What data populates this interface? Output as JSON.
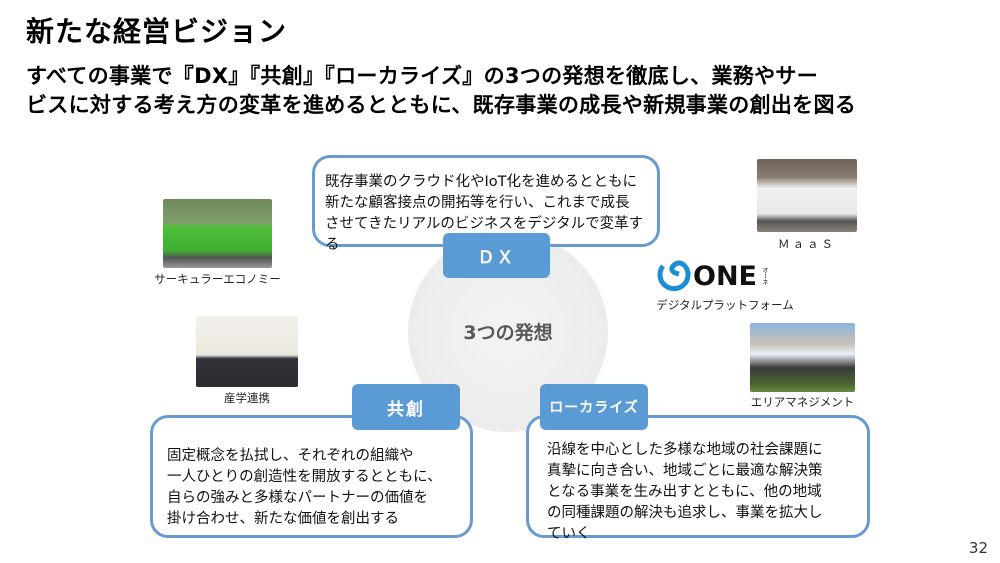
{
  "title": "新たな経営ビジョン",
  "subtitle": [
    "すべての事業で『DX』『共創』『ローカライズ』の3つの発想を徹底し、業務やサー",
    "ビスに対する考え方の変革を進めるとともに、既存事業の成長や新規事業の創出を図る"
  ],
  "center_label": "3つの発想",
  "pillars": [
    {
      "label": "ＤＸ",
      "text": "既存事業のクラウド化やIoT化を進めるとともに\n新たな顧客接点の開拓等を行い、これまで成長\nさせてきたリアルのビジネスをデジタルで変革する"
    },
    {
      "label": "共創",
      "text": "固定概念を払拭し、それぞれの組織や\n一人ひとりの創造性を開放するとともに、\n自らの強みと多様なパートナーの価値を\n掛け合わせ、新たな価値を創出する"
    },
    {
      "label": "ローカライズ",
      "text": "沿線を中心とした多様な地域の社会課題に\n真摯に向き合い、地域ごとに最適な解決策\nとなる事業を生み出すとともに、他の地域\nの同種課題の解決も追求し、事業を拡大し\nていく"
    }
  ],
  "examples": [
    {
      "caption": "サーキュラーエコノミー"
    },
    {
      "caption": "産学連携"
    },
    {
      "caption": "ＭａａＳ"
    },
    {
      "caption": "デジタルプラットフォーム",
      "logo": "ONE",
      "logo_kana": "オーネ"
    },
    {
      "caption": "エリアマネジメント"
    }
  ],
  "colors": {
    "accent": "#5b9bd5",
    "border": "#6a9bd0"
  },
  "page_number": "32"
}
